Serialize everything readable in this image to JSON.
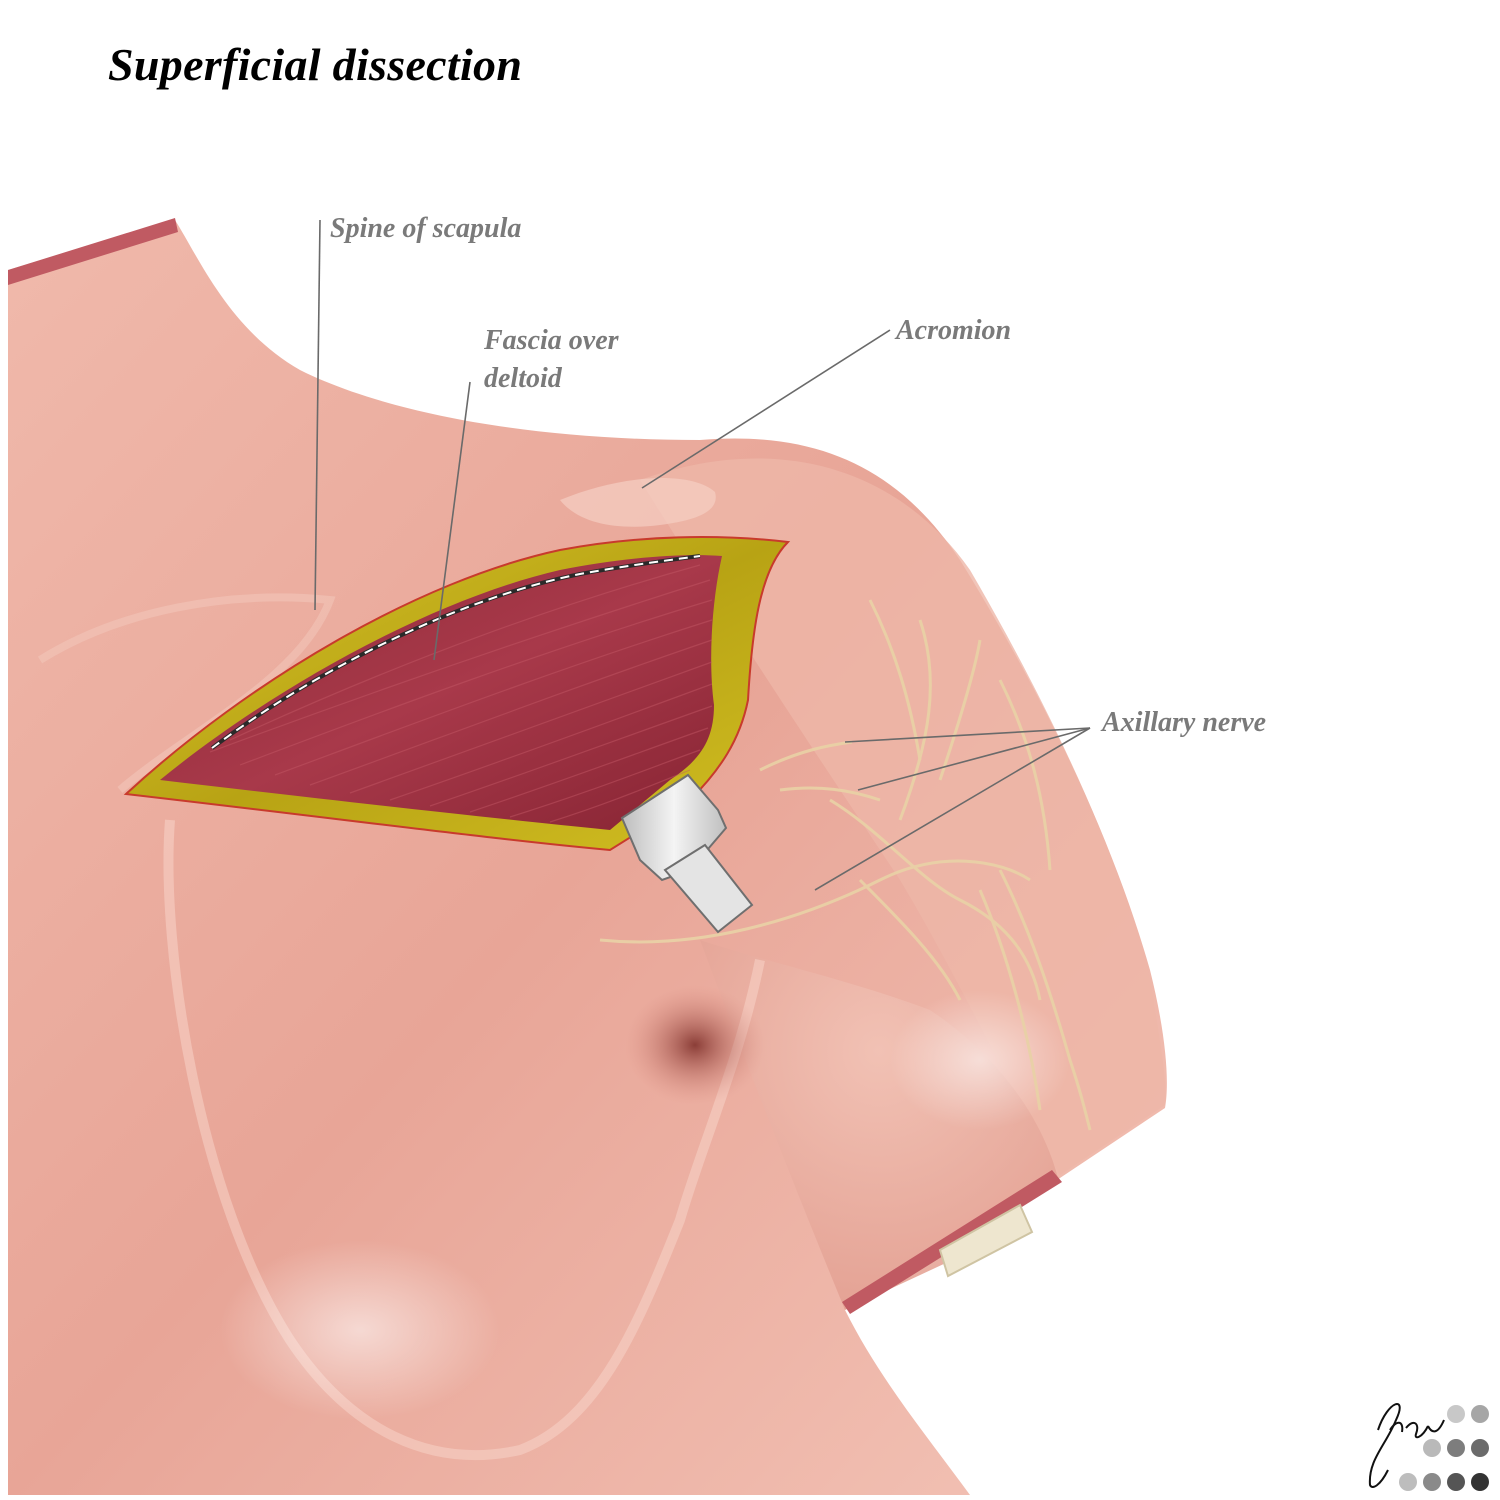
{
  "title": "Superficial dissection",
  "labels": {
    "spine_of_scapula": "Spine of scapula",
    "fascia_over_deltoid_line1": "Fascia over",
    "fascia_over_deltoid_line2": "deltoid",
    "acromion": "Acromion",
    "axillary_nerve": "Axillary nerve"
  },
  "signature": "Snow",
  "colors": {
    "skin": "#e9a79a",
    "skin_light": "#f5cabd",
    "muscle": "#9a2f3c",
    "fat_border": "#c9b51a",
    "cut_edge": "#b8474f",
    "nerve": "#e8cfa0",
    "leader_line": "#6a6a6a",
    "retractor": "#d9d9d9",
    "label_text": "#7a7a7a"
  }
}
